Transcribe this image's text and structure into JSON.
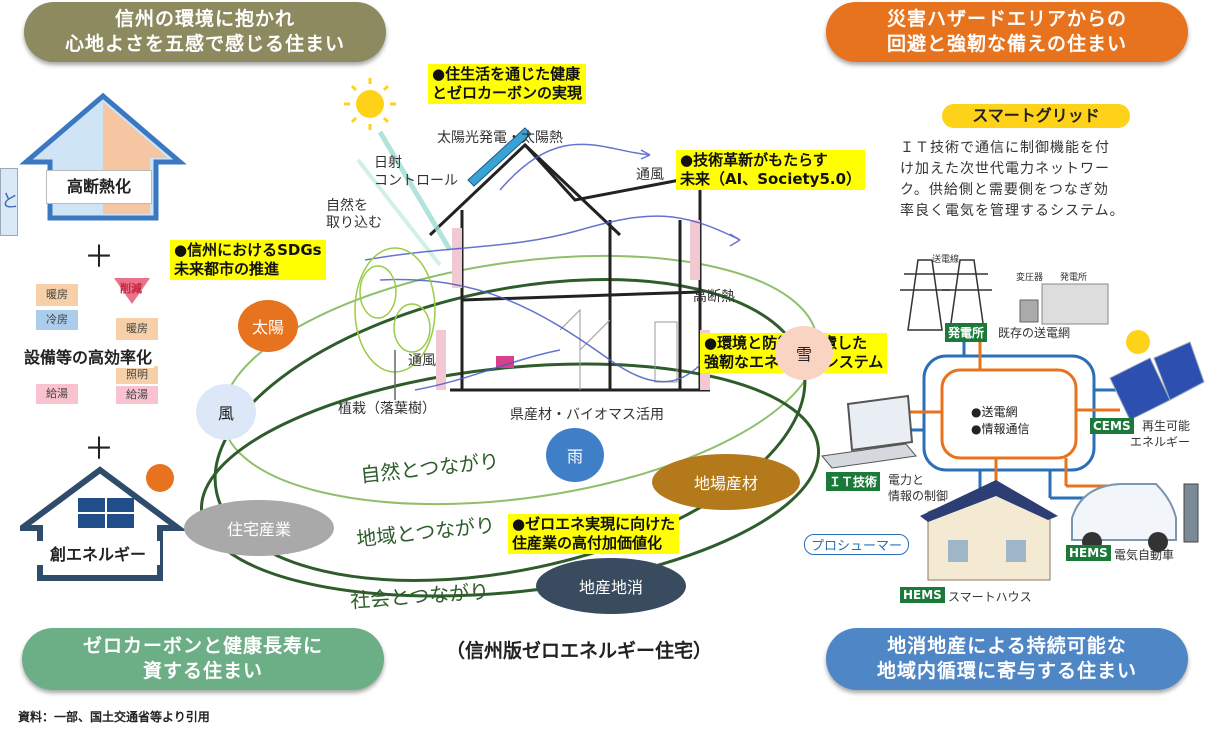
{
  "headers": {
    "top_left": [
      "信州の環境に抱かれ",
      "心地よさを五感で感じる住まい"
    ],
    "top_right": [
      "災害ハザードエリアからの",
      "回避と強靭な備えの住まい"
    ],
    "bottom_left": [
      "ゼロカーボンと健康長寿に",
      "資する住まい"
    ],
    "bottom_right": [
      "地消地産による持続可能な",
      "地域内循環に寄与する住まい"
    ],
    "colors": {
      "top_left": "#8c8a5e",
      "top_right": "#e8731e",
      "bottom_left": "#6cae86",
      "bottom_right": "#4f86c6"
    }
  },
  "left_panel": {
    "insulation": "高断熱化",
    "plus": "＋",
    "equipment": "設備等の高効率化",
    "equipment_items": [
      "暖房",
      "冷房",
      "削減",
      "暖房",
      "照明",
      "給湯",
      "給湯"
    ],
    "creation": "創エネルギー",
    "edge_char": "と"
  },
  "callouts": {
    "health": [
      "●住生活を通じた健康",
      "とゼロカーボンの実現"
    ],
    "tech": [
      "●技術革新がもたらす",
      "未来（AI、Society5.0）"
    ],
    "sdgs": [
      "●信州におけるSDGs",
      "未来都市の推進"
    ],
    "resilience": [
      "●環境と防災を考慮した",
      "強靭なエネルギーシステム"
    ],
    "zeroene": [
      "●ゼロエネ実現に向けた",
      "住産業の高付加価値化"
    ]
  },
  "house_labels": {
    "solar": "太陽光発電・太陽熱",
    "sun_control": [
      "日射",
      "コントロール"
    ],
    "nature_in": [
      "自然を",
      "取り込む"
    ],
    "ventilation_top": "通風",
    "ventilation_mid": "通風",
    "insulation": "高断熱",
    "planting": "植栽（落葉樹）",
    "biomass": "県産材・バイオマス活用"
  },
  "circles": {
    "sun": "太陽",
    "wind": "風",
    "snow": "雪",
    "rain": "雨",
    "local_material": "地場産材",
    "housing": "住宅産業",
    "local_consumption": "地産地消"
  },
  "loops": {
    "nature": "自然とつながり",
    "region": "地域とつながり",
    "society": "社会とつながり"
  },
  "caption": "（信州版ゼロエネルギー住宅）",
  "source": "資料：一部、国土交通省等より引用",
  "smart_grid": {
    "title": "スマートグリッド",
    "description": [
      "ＩＴ技術で通信に制御機能を付",
      "け加えた次世代電力ネットワー",
      "ク。供給側と需要側をつなぎ効",
      "率良く電気を管理するシステム。"
    ],
    "tower_labels": [
      "送電線",
      "変圧器",
      "発電所"
    ],
    "power_plant_tag": "発電所",
    "power_plant_desc": "既存の送電網",
    "legend": [
      "●送電網",
      "●情報通信"
    ],
    "cems_tag": "CEMS",
    "cems_desc": [
      "再生可能",
      "エネルギー"
    ],
    "it_tag": "ＩＴ技術",
    "it_desc": [
      "電力と",
      "情報の制御"
    ],
    "prosumer": "プロシューマー",
    "hems_house_tag": "HEMS",
    "hems_house_desc": "スマートハウス",
    "hems_car_tag": "HEMS",
    "hems_car_desc": "電気自動車"
  }
}
